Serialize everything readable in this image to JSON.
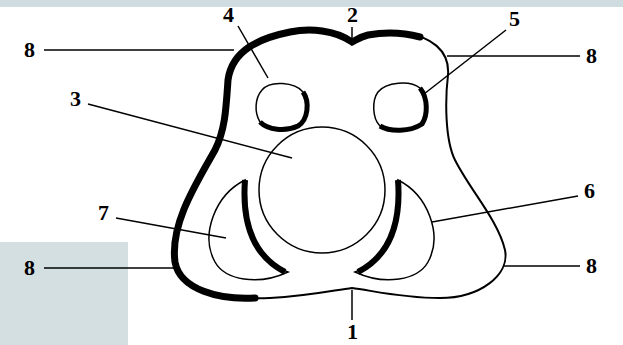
{
  "diagram": {
    "labels": [
      "4",
      "2",
      "5",
      "8",
      "8",
      "3",
      "7",
      "6",
      "8",
      "8",
      "1"
    ]
  }
}
